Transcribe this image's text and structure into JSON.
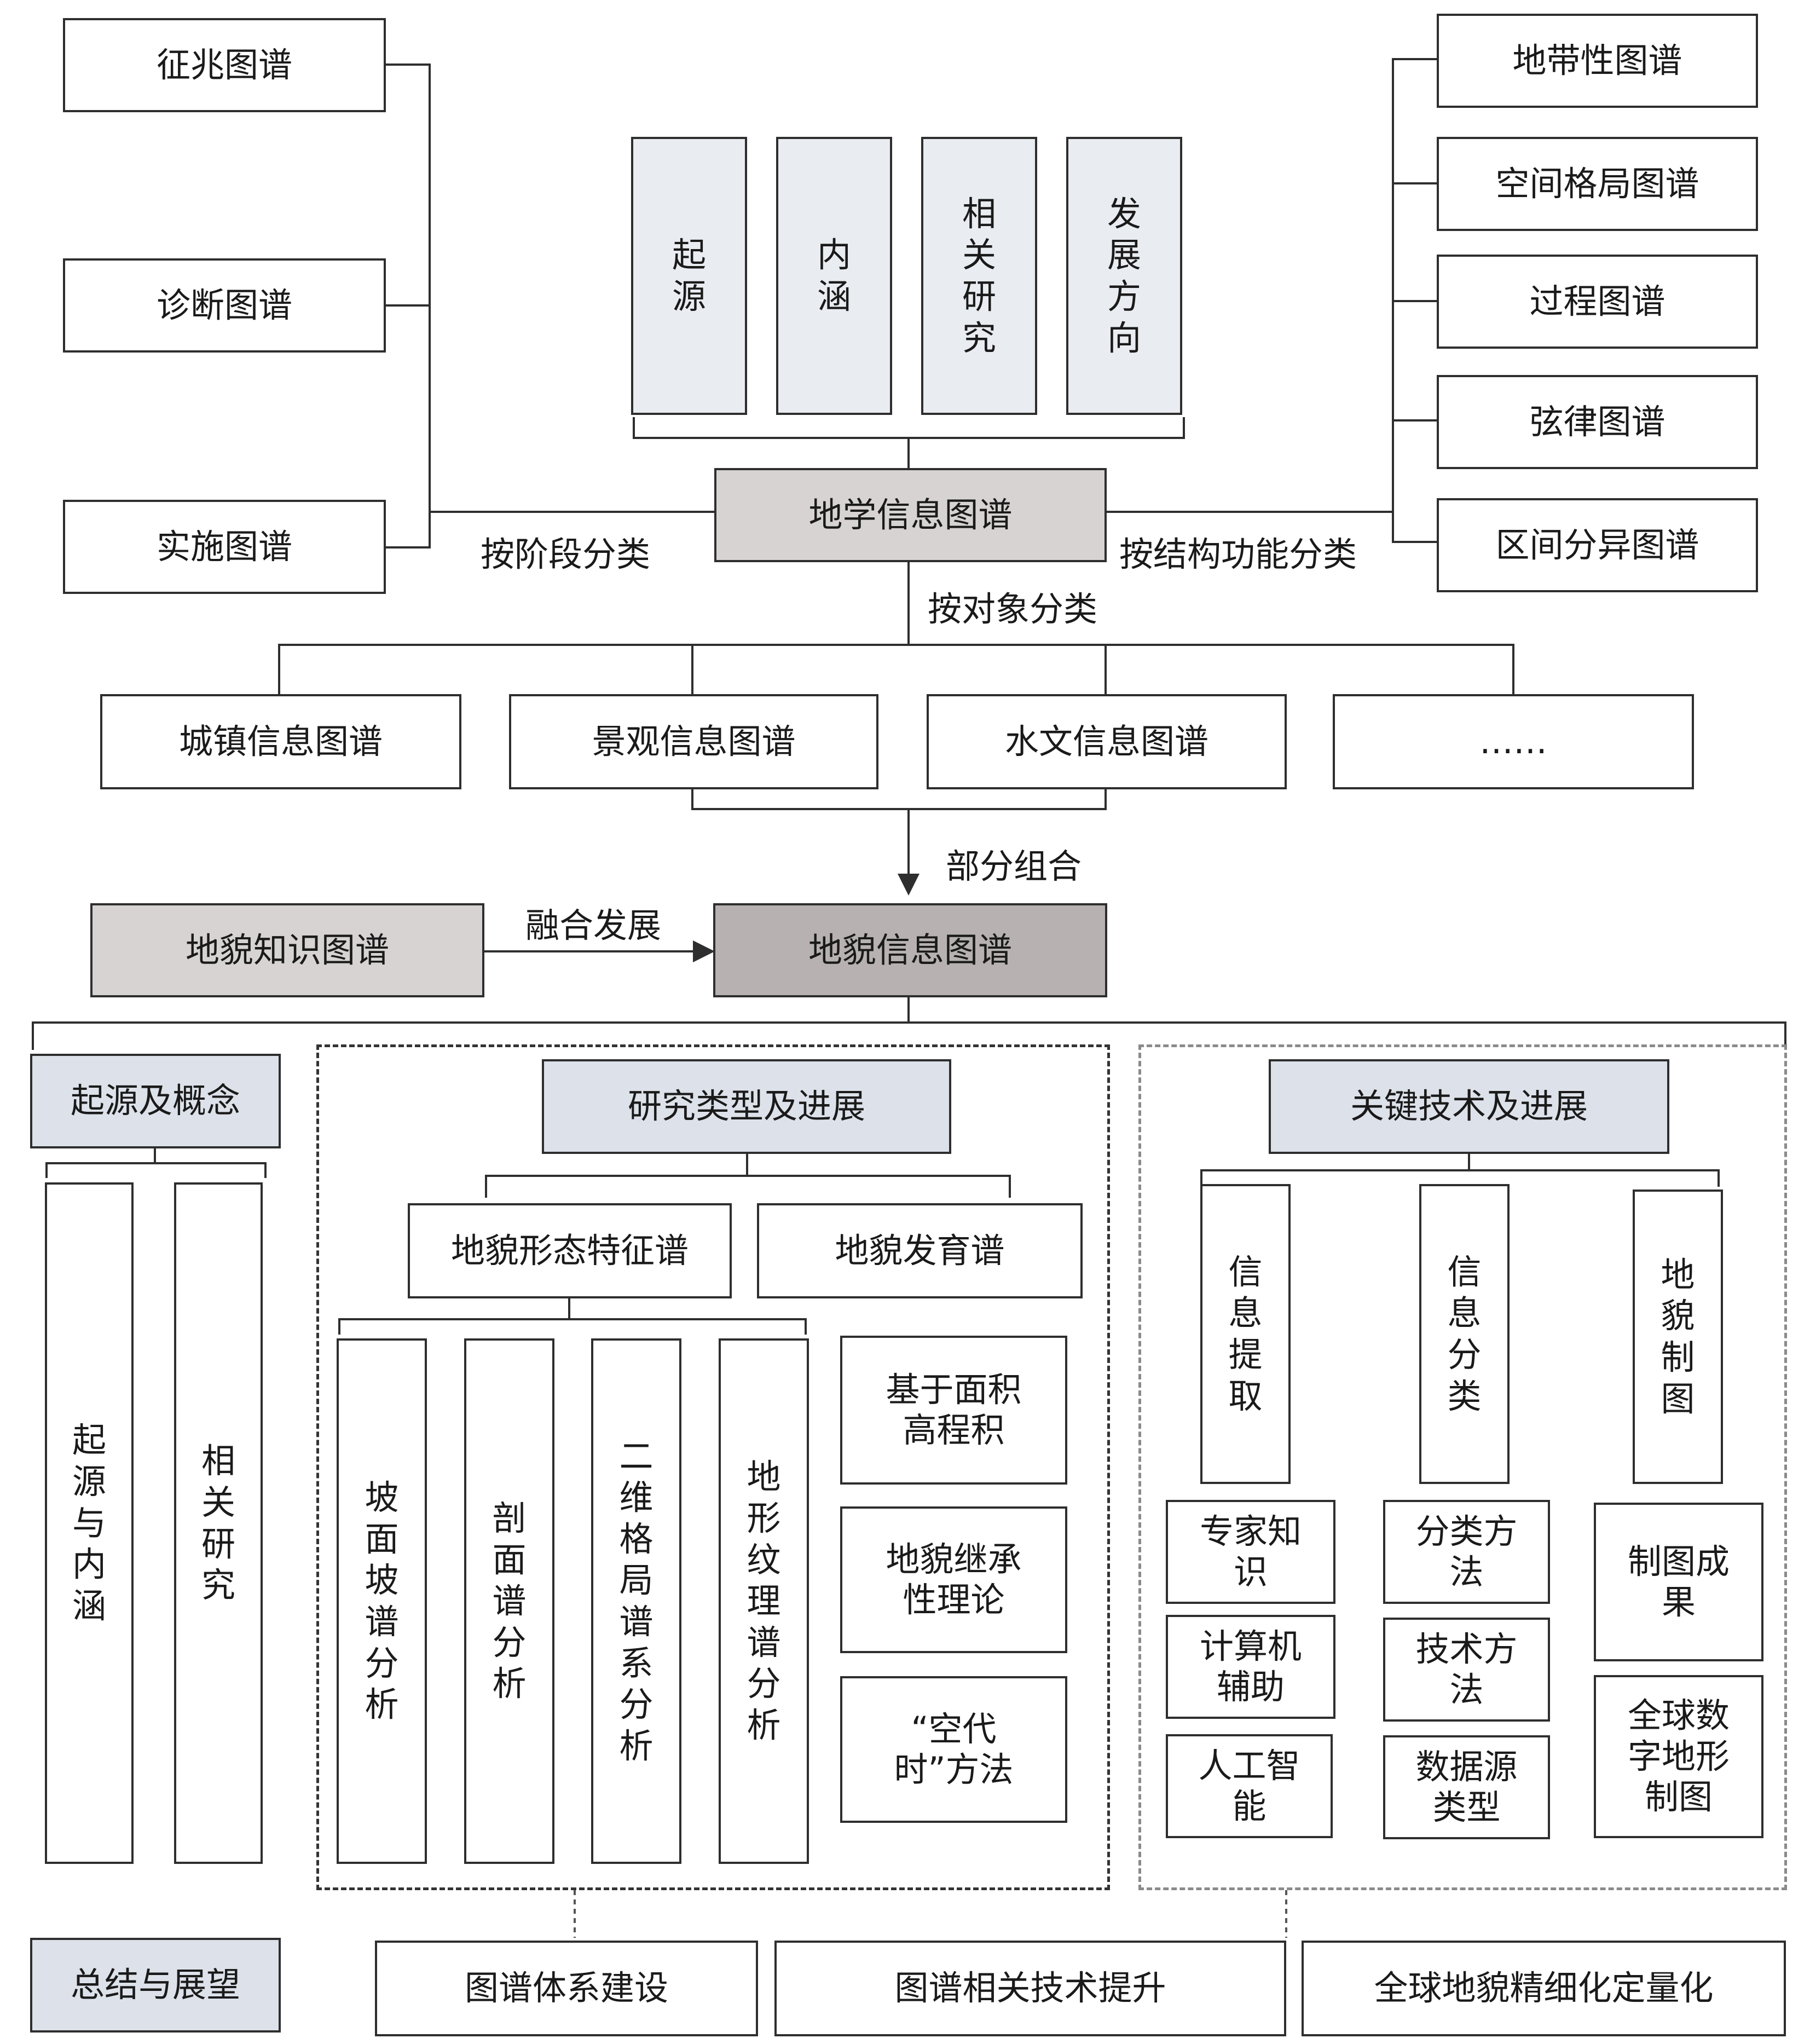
{
  "center": {
    "title": "地学信息图谱"
  },
  "aspects": [
    "起源",
    "内涵",
    "相关研究",
    "发展方向"
  ],
  "stage_label": "按阶段分类",
  "stage_types": [
    "征兆图谱",
    "诊断图谱",
    "实施图谱"
  ],
  "structure_label": "按结构功能分类",
  "structure_types": [
    "地带性图谱",
    "空间格局图谱",
    "过程图谱",
    "弦律图谱",
    "区间分异图谱"
  ],
  "object_label": "按对象分类",
  "object_types": [
    "城镇信息图谱",
    "景观信息图谱",
    "水文信息图谱",
    "……"
  ],
  "partial_label": "部分组合",
  "knowledge": "地貌知识图谱",
  "fusion_label": "融合发展",
  "geomorph": "地貌信息图谱",
  "origin": {
    "title": "起源及概念",
    "items": [
      "起源与内涵",
      "相关研究"
    ]
  },
  "research": {
    "title": "研究类型及进展",
    "morph": "地貌形态特征谱",
    "develop": "地貌发育谱",
    "morph_items": [
      "坡面坡谱分析",
      "剖面谱分析",
      "二维格局谱系分析",
      "地形纹理谱分析"
    ],
    "develop_items": [
      "基于面积高程积",
      "地貌继承性理论",
      "“空代时”方法"
    ]
  },
  "tech": {
    "title": "关键技术及进展",
    "columns": [
      {
        "name": "信息提取",
        "items": [
          "专家知识",
          "计算机辅助",
          "人工智能"
        ]
      },
      {
        "name": "信息分类",
        "items": [
          "分类方法",
          "技术方法",
          "数据源类型"
        ]
      },
      {
        "name": "地貌制图",
        "items": [
          "制图成果",
          "全球数字地形制图"
        ]
      }
    ]
  },
  "summary": {
    "title": "总结与展望",
    "items": [
      "图谱体系建设",
      "图谱相关技术提升",
      "全球地貌精细化定量化"
    ]
  }
}
